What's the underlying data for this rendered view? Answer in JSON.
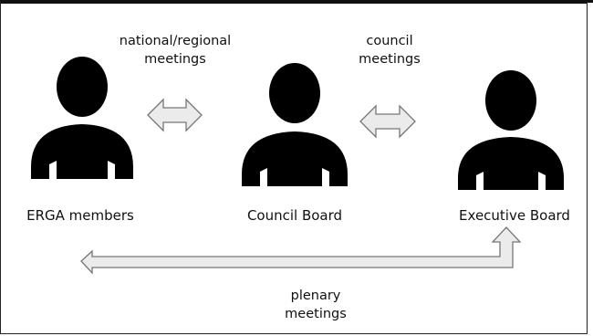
{
  "diagram": {
    "nodes": [
      {
        "id": "erga",
        "label": "ERGA members"
      },
      {
        "id": "council",
        "label": "Council Board"
      },
      {
        "id": "executive",
        "label": "Executive Board"
      }
    ],
    "edges": [
      {
        "from": "erga",
        "to": "council",
        "label_line1": "national/regional",
        "label_line2": "meetings",
        "direction": "both"
      },
      {
        "from": "council",
        "to": "executive",
        "label_line1": "council",
        "label_line2": "meetings",
        "direction": "both"
      },
      {
        "from": "executive",
        "to": "erga",
        "label_line1": "plenary",
        "label_line2": "meetings",
        "direction": "both"
      }
    ],
    "colors": {
      "figure": "#000000",
      "arrow_fill": "#ebebeb",
      "arrow_stroke": "#777777",
      "text": "#111111"
    },
    "icons": {
      "person": "person-icon",
      "double_arrow": "double-arrow-icon"
    }
  }
}
